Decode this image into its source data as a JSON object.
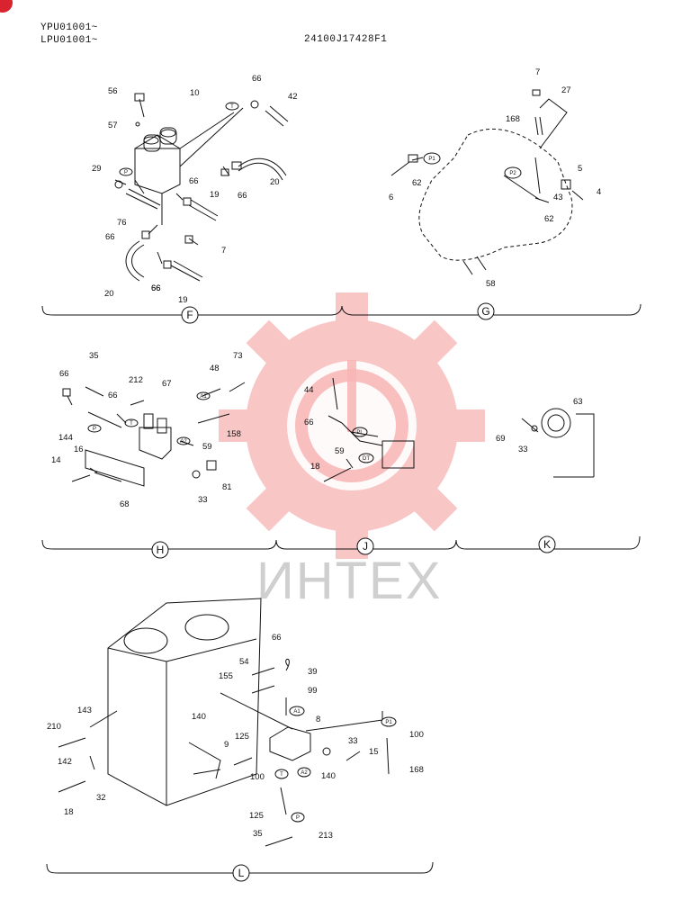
{
  "header": {
    "serials": [
      "YPU01001~",
      "LPU01001~"
    ],
    "doc_code": "24100J17428F1"
  },
  "watermark": {
    "text": "ИНТЕХ",
    "color": "#f04a4a"
  },
  "sections": {
    "F": {
      "label": "F",
      "callouts": [
        "56",
        "10",
        "66",
        "42",
        "57",
        "29",
        "66",
        "66",
        "76",
        "66",
        "20",
        "66",
        "19",
        "20",
        "7",
        "66",
        "19"
      ],
      "tags": [
        "T",
        "P"
      ]
    },
    "G": {
      "label": "G",
      "callouts": [
        "7",
        "27",
        "168",
        "6",
        "62",
        "5",
        "43",
        "4",
        "62",
        "58"
      ],
      "tags": [
        "P1",
        "P2"
      ]
    },
    "H": {
      "label": "H",
      "callouts": [
        "35",
        "66",
        "212",
        "67",
        "48",
        "73",
        "66",
        "144",
        "16",
        "158",
        "14",
        "59",
        "81",
        "68",
        "33"
      ],
      "tags": [
        "P",
        "T",
        "A1",
        "A2"
      ]
    },
    "J": {
      "label": "J",
      "callouts": [
        "44",
        "66",
        "59",
        "18"
      ],
      "tags": [
        "PL",
        "DT"
      ]
    },
    "K": {
      "label": "K",
      "callouts": [
        "63",
        "69",
        "33"
      ]
    },
    "L": {
      "label": "L",
      "callouts": [
        "66",
        "54",
        "39",
        "155",
        "99",
        "8",
        "143",
        "210",
        "140",
        "125",
        "9",
        "33",
        "100",
        "142",
        "15",
        "168",
        "100",
        "140",
        "32",
        "18",
        "125",
        "35",
        "213"
      ],
      "tags": [
        "A1",
        "A2",
        "P1",
        "T",
        "P"
      ]
    }
  }
}
